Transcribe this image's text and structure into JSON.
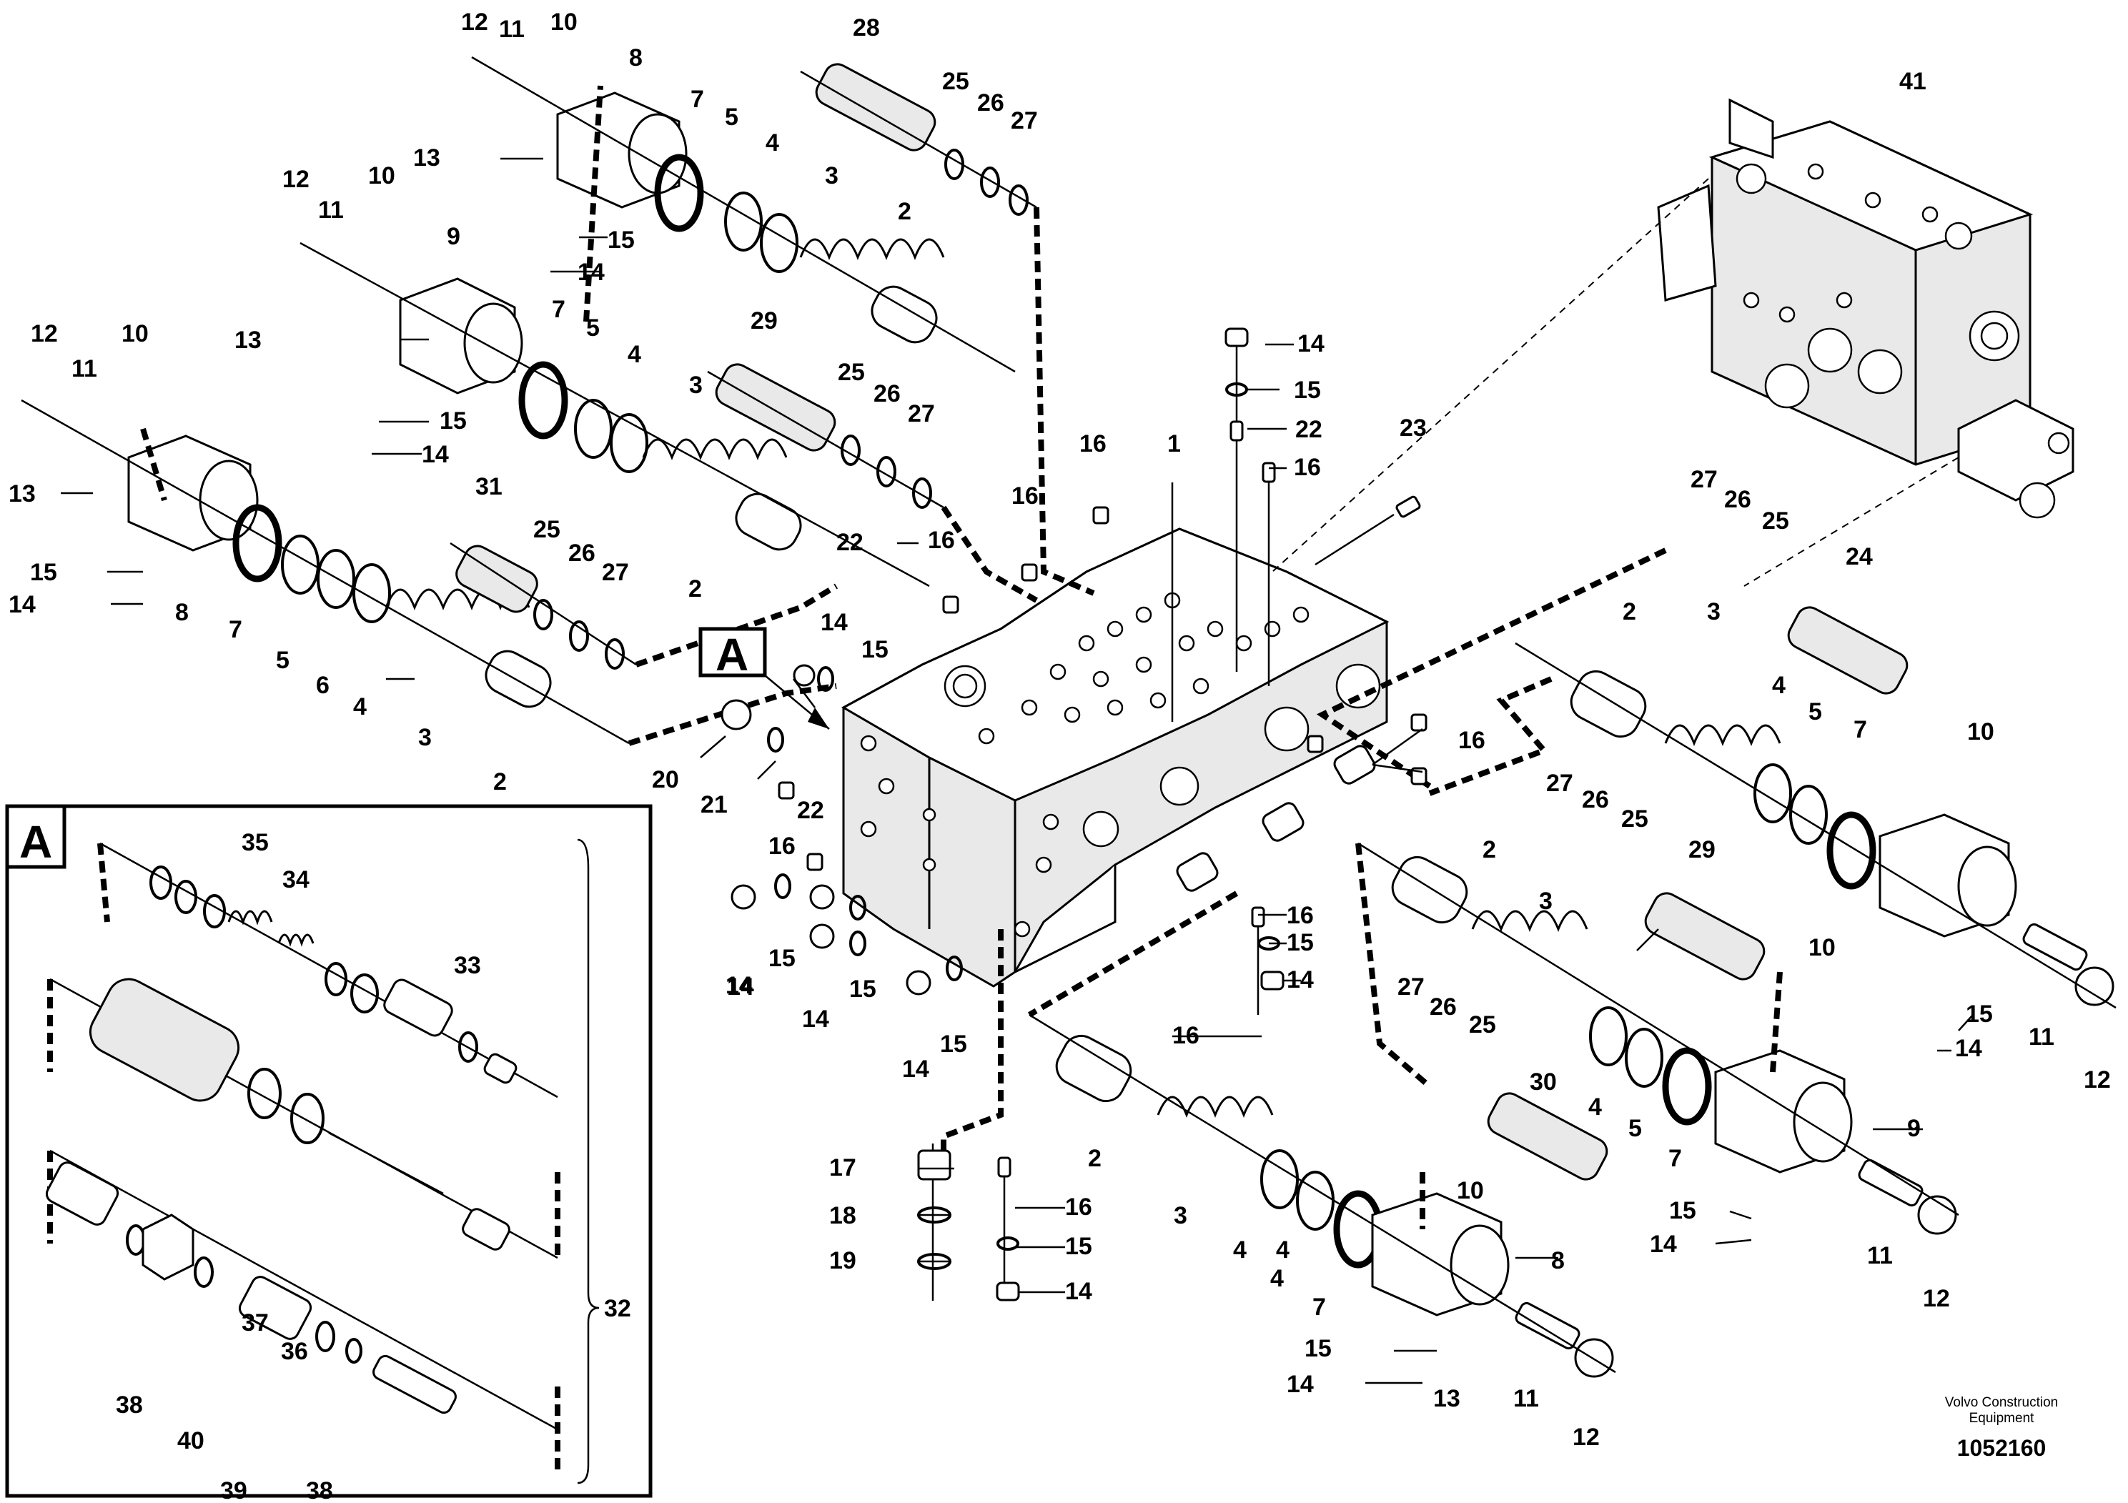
{
  "callouts": {
    "c1": "1",
    "c2a": "2",
    "c2b": "2",
    "c2c": "2",
    "c2d": "2",
    "c2e": "2",
    "c2f": "2",
    "c3a": "3",
    "c3b": "3",
    "c3c": "3",
    "c3d": "3",
    "c3e": "3",
    "c3f": "3",
    "c4a": "4",
    "c4b": "4",
    "c4c": "4",
    "c4d": "4",
    "c4e": "4",
    "c4f": "4",
    "c4g": "4",
    "c4h": "4",
    "c5a": "5",
    "c5b": "5",
    "c5c": "5",
    "c5d": "5",
    "c5e": "5",
    "c6": "6",
    "c7a": "7",
    "c7b": "7",
    "c7c": "7",
    "c7d": "7",
    "c7e": "7",
    "c7f": "7",
    "c8a": "8",
    "c8b": "8",
    "c8c": "8",
    "c9a": "9",
    "c9b": "9",
    "c10a": "10",
    "c10b": "10",
    "c10c": "10",
    "c10d": "10",
    "c10e": "10",
    "c10f": "10",
    "c11a": "11",
    "c11b": "11",
    "c11c": "11",
    "c11d": "11",
    "c11e": "11",
    "c11f": "11",
    "c12a": "12",
    "c12b": "12",
    "c12c": "12",
    "c12d": "12",
    "c12e": "12",
    "c12f": "12",
    "c13a": "13",
    "c13b": "13",
    "c13c": "13",
    "c13d": "13",
    "c14a": "14",
    "c14b": "14",
    "c14c": "14",
    "c14d": "14",
    "c14e": "14",
    "c14f": "14",
    "c14g": "14",
    "c14h": "14",
    "c14i": "14",
    "c14j": "14",
    "c14k": "14",
    "c14l": "14",
    "c14m": "14",
    "c14n": "14",
    "c15a": "15",
    "c15b": "15",
    "c15c": "15",
    "c15d": "15",
    "c15e": "15",
    "c15f": "15",
    "c15g": "15",
    "c15h": "15",
    "c15i": "15",
    "c15j": "15",
    "c15k": "15",
    "c15l": "15",
    "c15m": "15",
    "c16a": "16",
    "c16b": "16",
    "c16c": "16",
    "c16d": "16",
    "c16e": "16",
    "c16f": "16",
    "c16g": "16",
    "c16h": "16",
    "c16i": "16",
    "c17": "17",
    "c18": "18",
    "c19": "19",
    "c20": "20",
    "c21": "21",
    "c22a": "22",
    "c22b": "22",
    "c22c": "22",
    "c23": "23",
    "c24": "24",
    "c25a": "25",
    "c25b": "25",
    "c25c": "25",
    "c25d": "25",
    "c25e": "25",
    "c25f": "25",
    "c26a": "26",
    "c26b": "26",
    "c26c": "26",
    "c26d": "26",
    "c26e": "26",
    "c26f": "26",
    "c27a": "27",
    "c27b": "27",
    "c27c": "27",
    "c27d": "27",
    "c27e": "27",
    "c27f": "27",
    "c28": "28",
    "c29a": "29",
    "c29b": "29",
    "c30": "30",
    "c31": "31",
    "c32": "32",
    "c33": "33",
    "c34": "34",
    "c35": "35",
    "c36": "36",
    "c37": "37",
    "c38a": "38",
    "c38b": "38",
    "c39": "39",
    "c40": "40",
    "c41": "41"
  },
  "detail_marker": "A",
  "detail_inset_label": "A",
  "manufacturer_line1": "Volvo Construction",
  "manufacturer_line2": "Equipment",
  "drawing_number": "1052160"
}
